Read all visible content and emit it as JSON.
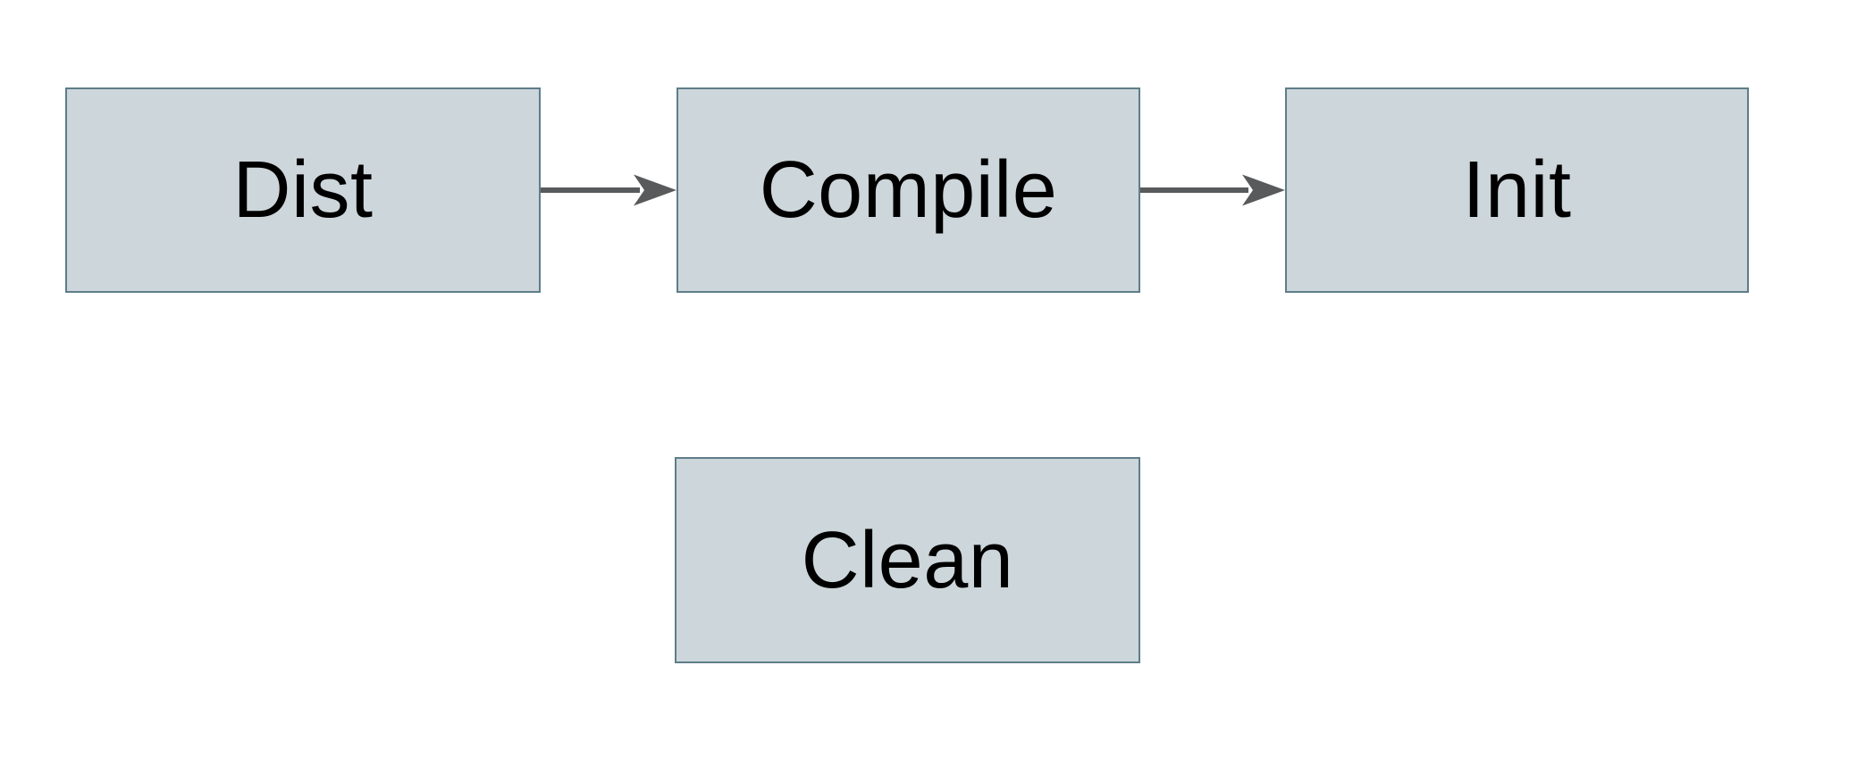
{
  "diagram": {
    "type": "flowchart",
    "colors": {
      "canvas_bg": "#ffffff",
      "node_fill": "#cdd6da",
      "node_border": "#5e7d8a",
      "arrow_color": "#595a5c",
      "text_color": "#000000"
    },
    "nodes": [
      {
        "id": "dist",
        "label": "Dist"
      },
      {
        "id": "compile",
        "label": "Compile"
      },
      {
        "id": "init",
        "label": "Init"
      },
      {
        "id": "clean",
        "label": "Clean"
      }
    ],
    "edges": [
      {
        "from": "Dist",
        "to": "Compile",
        "style": "arrow-right"
      },
      {
        "from": "Compile",
        "to": "Init",
        "style": "arrow-right"
      }
    ]
  }
}
